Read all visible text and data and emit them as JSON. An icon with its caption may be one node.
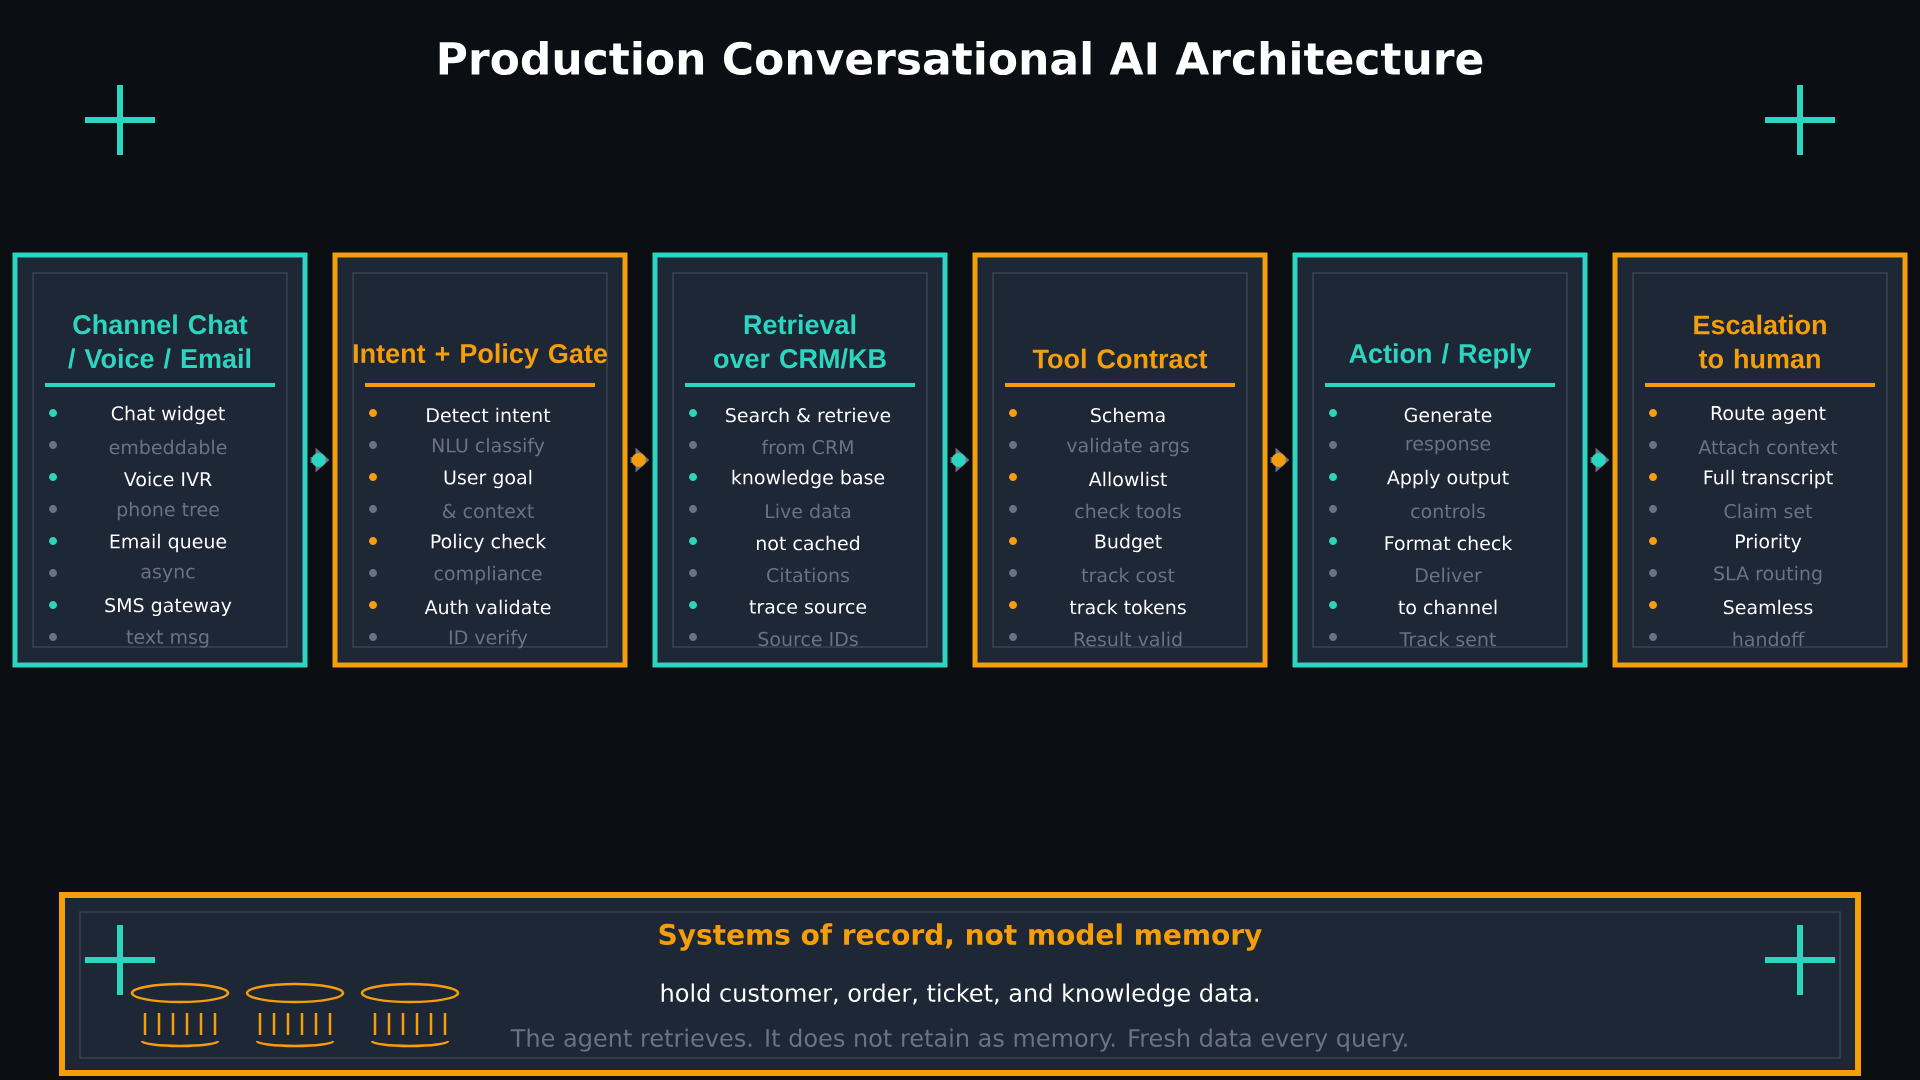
{
  "diagram": {
    "title": "Production Conversational AI Architecture",
    "nodes": [
      {
        "text": [
          "Channel Chat / Voice / Email",
          "Chat widget",
          "embeddable",
          "Voice IVR",
          "phone tree",
          "Email queue",
          "async",
          "SMS gateway",
          "text msg"
        ]
      },
      {
        "text": [
          "Intent + Policy Gate",
          "Detect intent",
          "NLU classify",
          "User goal",
          "& context",
          "Policy check",
          "compliance",
          "Auth validate",
          "ID verify"
        ]
      },
      {
        "text": [
          "Retrieval over CRM/KB",
          "Search & retrieve",
          "from CRM",
          "knowledge base",
          "Live data",
          "not cached",
          "Citations",
          "trace source",
          "Source IDs"
        ]
      },
      {
        "text": [
          "Tool Contract",
          "Schema",
          "validate args",
          "Allowlist",
          "check tools",
          "Budget",
          "track cost",
          "track tokens",
          "Result valid"
        ]
      },
      {
        "text": [
          "Action / Reply",
          "Generate",
          "response",
          "Apply output",
          "controls",
          "Format check",
          "Deliver",
          "to channel",
          "Track sent"
        ]
      },
      {
        "text": [
          "Escalation to human",
          "Route agent",
          "Attach context",
          "Full transcript",
          "Claim set",
          "Priority",
          "SLA routing",
          "Seamless",
          "handoff"
        ]
      },
      {
        "text": [
          "Systems of record, not model memory",
          "hold customer, order, ticket, and knowledge data.",
          "The agent retrieves. It does not retain as memory. Fresh data every query."
        ]
      }
    ],
    "edges": [
      {
        "from": 0,
        "to": 1,
        "arrow": "to"
      },
      {
        "from": 1,
        "to": 2,
        "arrow": "to"
      },
      {
        "from": 2,
        "to": 3,
        "arrow": "to"
      },
      {
        "from": 3,
        "to": 4,
        "arrow": "to"
      },
      {
        "from": 4,
        "to": 5,
        "arrow": "to"
      }
    ]
  }
}
